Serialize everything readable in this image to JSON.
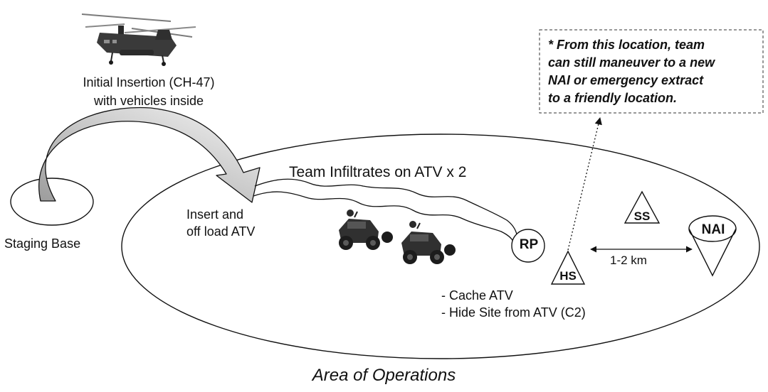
{
  "diagram": {
    "insertion_caption": [
      "Initial Insertion (CH-47)",
      "with vehicles inside"
    ],
    "staging_base_label": "Staging Base",
    "insert_label": [
      "Insert and",
      "off load ATV"
    ],
    "infiltration_label": "Team Infiltrates on ATV x 2",
    "rp_label": "RP",
    "hs_label": "HS",
    "ss_label": "SS",
    "nai_label": "NAI",
    "distance_label": "1-2 km",
    "cache_notes": [
      "- Cache ATV",
      "- Hide Site from ATV (C2)"
    ],
    "note_lines": [
      "* From this location, team",
      "can still maneuver to  a new",
      "NAI or emergency extract",
      "to a friendly location."
    ],
    "area_label": "Area of Operations"
  },
  "icons": [
    "helicopter-icon",
    "atv-icon"
  ],
  "colors": {
    "line": "#111111",
    "arrow_gray": "#a8a8a8",
    "helicopter": "#3a3a3a",
    "background": "#ffffff"
  }
}
